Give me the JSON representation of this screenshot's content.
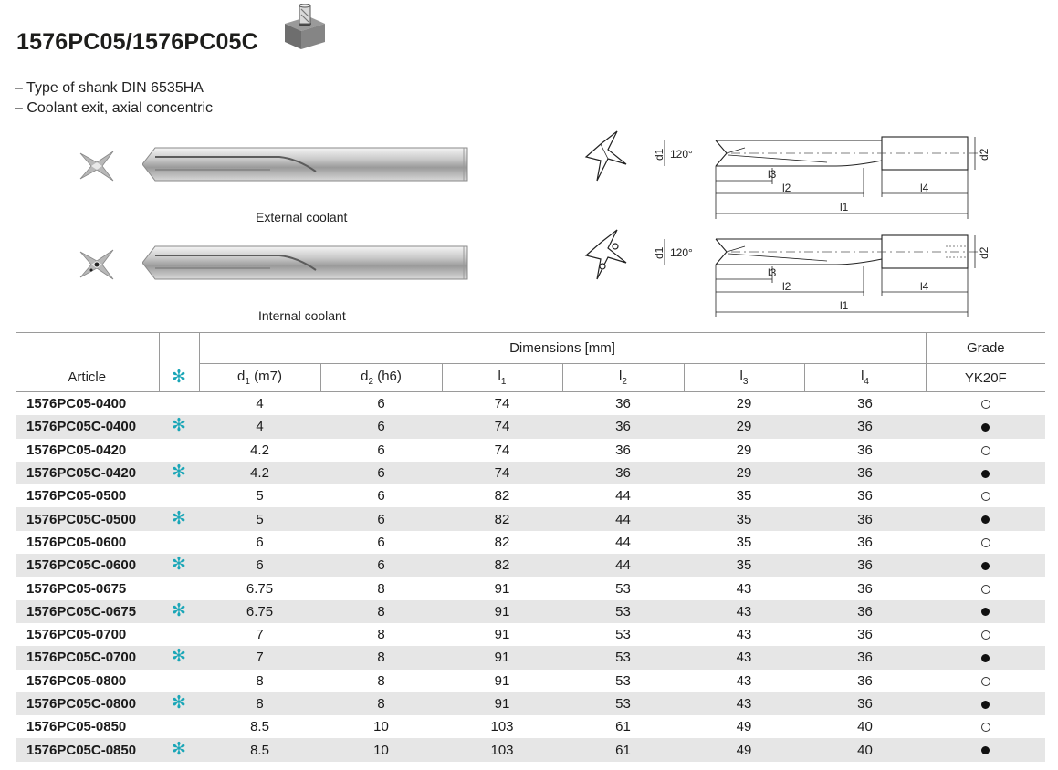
{
  "header": {
    "title": "1576PC05/1576PC05C",
    "bullets": [
      "– Type of shank DIN 6535HA",
      "– Coolant exit, axial concentric"
    ]
  },
  "figures": {
    "external_caption": "External coolant",
    "internal_caption": "Internal coolant",
    "angle_label": "120°",
    "dim_d1": "d1",
    "dim_d2": "d2",
    "dim_l1": "l1",
    "dim_l2": "l2",
    "dim_l3": "l3",
    "dim_l4": "l4"
  },
  "table": {
    "group_header": "Dimensions [mm]",
    "grade_header": "Grade",
    "article_header": "Article",
    "coolant_symbol": "✻",
    "columns": [
      {
        "main": "d",
        "sub": "1",
        "suffix": " (m7)"
      },
      {
        "main": "d",
        "sub": "2",
        "suffix": " (h6)"
      },
      {
        "main": "l",
        "sub": "1",
        "suffix": ""
      },
      {
        "main": "l",
        "sub": "2",
        "suffix": ""
      },
      {
        "main": "l",
        "sub": "3",
        "suffix": ""
      },
      {
        "main": "l",
        "sub": "4",
        "suffix": ""
      }
    ],
    "grade_name": "YK20F",
    "rows": [
      {
        "article": "1576PC05-0400",
        "coolant": false,
        "d1": "4",
        "d2": "6",
        "l1": "74",
        "l2": "36",
        "l3": "29",
        "l4": "36",
        "grade": "empty"
      },
      {
        "article": "1576PC05C-0400",
        "coolant": true,
        "d1": "4",
        "d2": "6",
        "l1": "74",
        "l2": "36",
        "l3": "29",
        "l4": "36",
        "grade": "full"
      },
      {
        "article": "1576PC05-0420",
        "coolant": false,
        "d1": "4.2",
        "d2": "6",
        "l1": "74",
        "l2": "36",
        "l3": "29",
        "l4": "36",
        "grade": "empty"
      },
      {
        "article": "1576PC05C-0420",
        "coolant": true,
        "d1": "4.2",
        "d2": "6",
        "l1": "74",
        "l2": "36",
        "l3": "29",
        "l4": "36",
        "grade": "full"
      },
      {
        "article": "1576PC05-0500",
        "coolant": false,
        "d1": "5",
        "d2": "6",
        "l1": "82",
        "l2": "44",
        "l3": "35",
        "l4": "36",
        "grade": "empty"
      },
      {
        "article": "1576PC05C-0500",
        "coolant": true,
        "d1": "5",
        "d2": "6",
        "l1": "82",
        "l2": "44",
        "l3": "35",
        "l4": "36",
        "grade": "full"
      },
      {
        "article": "1576PC05-0600",
        "coolant": false,
        "d1": "6",
        "d2": "6",
        "l1": "82",
        "l2": "44",
        "l3": "35",
        "l4": "36",
        "grade": "empty"
      },
      {
        "article": "1576PC05C-0600",
        "coolant": true,
        "d1": "6",
        "d2": "6",
        "l1": "82",
        "l2": "44",
        "l3": "35",
        "l4": "36",
        "grade": "full"
      },
      {
        "article": "1576PC05-0675",
        "coolant": false,
        "d1": "6.75",
        "d2": "8",
        "l1": "91",
        "l2": "53",
        "l3": "43",
        "l4": "36",
        "grade": "empty"
      },
      {
        "article": "1576PC05C-0675",
        "coolant": true,
        "d1": "6.75",
        "d2": "8",
        "l1": "91",
        "l2": "53",
        "l3": "43",
        "l4": "36",
        "grade": "full"
      },
      {
        "article": "1576PC05-0700",
        "coolant": false,
        "d1": "7",
        "d2": "8",
        "l1": "91",
        "l2": "53",
        "l3": "43",
        "l4": "36",
        "grade": "empty"
      },
      {
        "article": "1576PC05C-0700",
        "coolant": true,
        "d1": "7",
        "d2": "8",
        "l1": "91",
        "l2": "53",
        "l3": "43",
        "l4": "36",
        "grade": "full"
      },
      {
        "article": "1576PC05-0800",
        "coolant": false,
        "d1": "8",
        "d2": "8",
        "l1": "91",
        "l2": "53",
        "l3": "43",
        "l4": "36",
        "grade": "empty"
      },
      {
        "article": "1576PC05C-0800",
        "coolant": true,
        "d1": "8",
        "d2": "8",
        "l1": "91",
        "l2": "53",
        "l3": "43",
        "l4": "36",
        "grade": "full"
      },
      {
        "article": "1576PC05-0850",
        "coolant": false,
        "d1": "8.5",
        "d2": "10",
        "l1": "103",
        "l2": "61",
        "l3": "49",
        "l4": "40",
        "grade": "empty"
      },
      {
        "article": "1576PC05C-0850",
        "coolant": true,
        "d1": "8.5",
        "d2": "10",
        "l1": "103",
        "l2": "61",
        "l3": "49",
        "l4": "40",
        "grade": "full"
      }
    ]
  }
}
